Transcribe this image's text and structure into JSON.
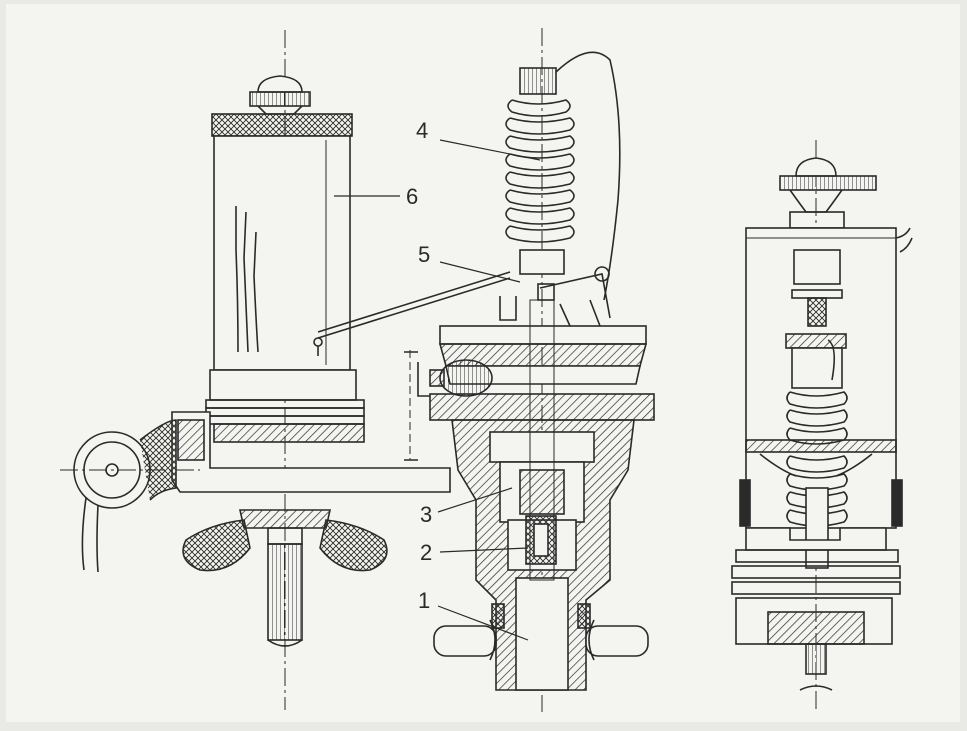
{
  "labels": [
    {
      "id": "1",
      "text": "1"
    },
    {
      "id": "2",
      "text": "2"
    },
    {
      "id": "3",
      "text": "3"
    },
    {
      "id": "4",
      "text": "4"
    },
    {
      "id": "5",
      "text": "5"
    },
    {
      "id": "6",
      "text": "6"
    }
  ],
  "colors": {
    "ink": "#2a2a2a",
    "paper": "#f4f4f0",
    "border": "#e9e9e5"
  }
}
